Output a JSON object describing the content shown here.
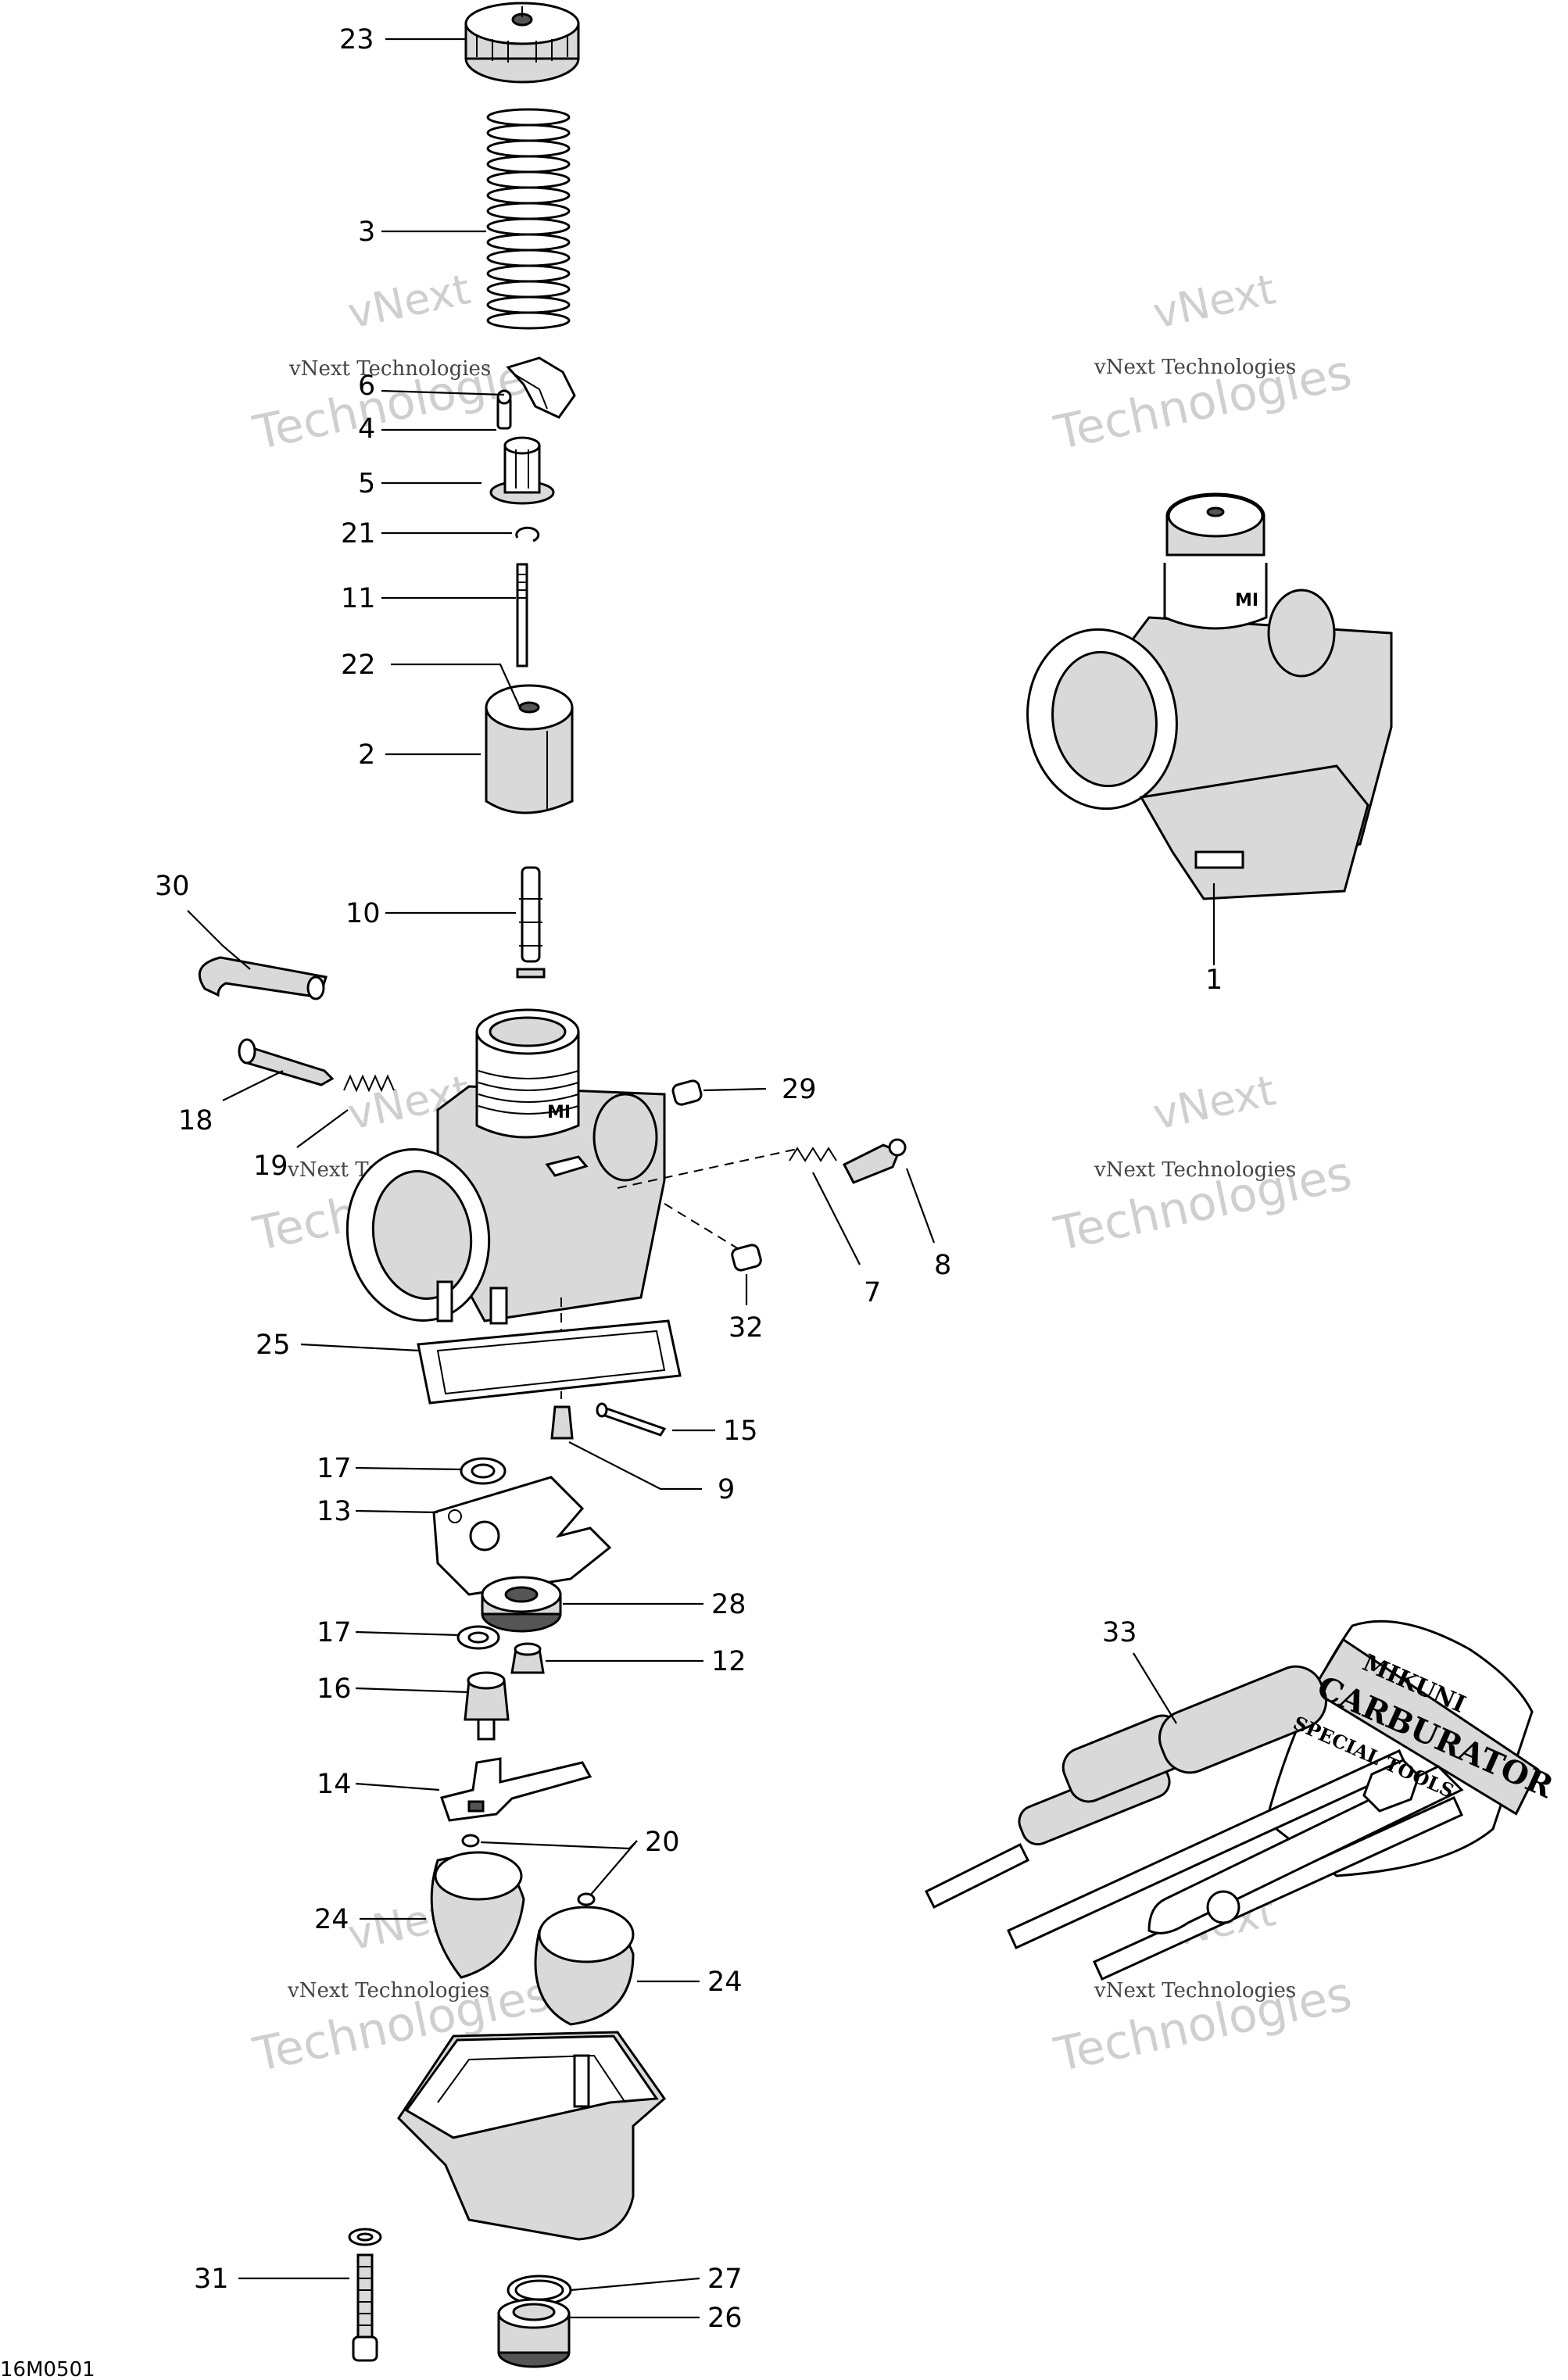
{
  "diagram": {
    "drawing_code": "16M0501",
    "watermark": {
      "line1": "vNext",
      "line2": "Technologies",
      "caption": "vNext Technologies"
    },
    "kit_text": [
      "MIKUNI",
      "CARBURATOR",
      "SPECIAL TOOLS"
    ],
    "body_mark": "MI",
    "callouts": [
      {
        "id": "c23",
        "number": "23"
      },
      {
        "id": "c3",
        "number": "3"
      },
      {
        "id": "c6",
        "number": "6"
      },
      {
        "id": "c4",
        "number": "4"
      },
      {
        "id": "c5",
        "number": "5"
      },
      {
        "id": "c21",
        "number": "21"
      },
      {
        "id": "c11",
        "number": "11"
      },
      {
        "id": "c22",
        "number": "22"
      },
      {
        "id": "c2",
        "number": "2"
      },
      {
        "id": "c30",
        "number": "30"
      },
      {
        "id": "c10",
        "number": "10"
      },
      {
        "id": "c1",
        "number": "1"
      },
      {
        "id": "c18",
        "number": "18"
      },
      {
        "id": "c29",
        "number": "29"
      },
      {
        "id": "c19",
        "number": "19"
      },
      {
        "id": "c7",
        "number": "7"
      },
      {
        "id": "c8",
        "number": "8"
      },
      {
        "id": "c32",
        "number": "32"
      },
      {
        "id": "c25",
        "number": "25"
      },
      {
        "id": "c15",
        "number": "15"
      },
      {
        "id": "c9",
        "number": "9"
      },
      {
        "id": "c17a",
        "number": "17"
      },
      {
        "id": "c13",
        "number": "13"
      },
      {
        "id": "c28",
        "number": "28"
      },
      {
        "id": "c17b",
        "number": "17"
      },
      {
        "id": "c12",
        "number": "12"
      },
      {
        "id": "c16",
        "number": "16"
      },
      {
        "id": "c33",
        "number": "33"
      },
      {
        "id": "c14",
        "number": "14"
      },
      {
        "id": "c20",
        "number": "20"
      },
      {
        "id": "c24a",
        "number": "24"
      },
      {
        "id": "c24b",
        "number": "24"
      },
      {
        "id": "c31",
        "number": "31"
      },
      {
        "id": "c27",
        "number": "27"
      },
      {
        "id": "c26",
        "number": "26"
      }
    ]
  }
}
